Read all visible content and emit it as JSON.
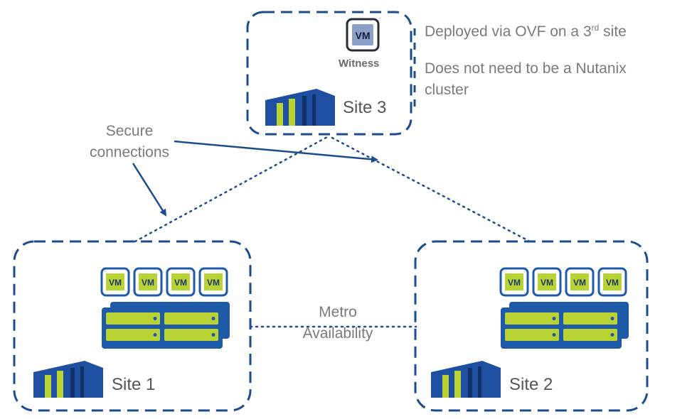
{
  "notes": {
    "deployed_prefix": "Deployed via OVF on a 3",
    "deployed_sup": "rd",
    "deployed_suffix": " site",
    "nutanix_line1": "Does not need to be a Nutanix",
    "nutanix_line2": "cluster"
  },
  "secure_connections": {
    "line1": "Secure",
    "line2": "connections"
  },
  "metro": {
    "line1": "Metro",
    "line2": "Availability"
  },
  "witness": {
    "vm_label": "VM",
    "label": "Witness"
  },
  "sites": {
    "site1": "Site 1",
    "site2": "Site 2",
    "site3": "Site 3"
  },
  "vm_label": "VM",
  "colors": {
    "border_blue": "#1c4c8c",
    "datacenter_blue": "#1f4fa0",
    "accent_green": "#b9d334",
    "server_blue": "#1e5aa8",
    "witness_vm_fill": "#8aa0c8",
    "text_gray": "#7a7a7a"
  },
  "icons": {
    "datacenter": "datacenter-icon",
    "server": "server-stack-icon",
    "vm": "vm-icon",
    "witness": "witness-vm-icon"
  }
}
